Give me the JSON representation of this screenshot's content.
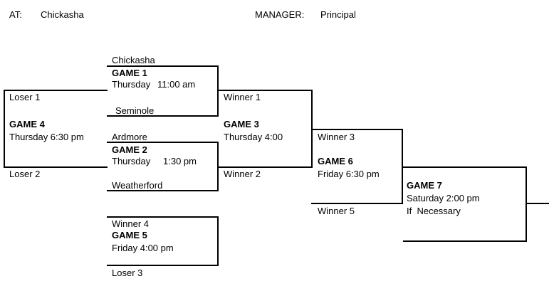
{
  "header": {
    "at_label": "AT:",
    "site": "Chickasha",
    "manager_label": "MANAGER:",
    "manager": "Principal"
  },
  "games": {
    "game1": {
      "top_team": "Chickasha",
      "title": "GAME 1",
      "day": "Thursday",
      "time": "11:00 am",
      "bottom_team": "Seminole"
    },
    "game2": {
      "top_team": "Ardmore",
      "title": "GAME 2",
      "day": "Thursday",
      "time": "1:30 pm",
      "bottom_team": "Weatherford"
    },
    "game3": {
      "top_slot": "Winner 1",
      "title": "GAME 3",
      "schedule": "Thursday 4:00",
      "bottom_slot": "Winner 2"
    },
    "game4": {
      "top_slot": "Loser 1",
      "title": "GAME 4",
      "schedule": "Thursday 6:30 pm",
      "bottom_slot": "Loser 2"
    },
    "game5": {
      "top_slot": "Winner 4",
      "title": "GAME 5",
      "schedule": "Friday 4:00 pm",
      "bottom_slot": "Loser 3"
    },
    "game6": {
      "top_slot": "Winner 3",
      "title": "GAME 6",
      "schedule": "Friday 6:30 pm",
      "bottom_slot": "Winner 5"
    },
    "game7": {
      "title": "GAME 7",
      "schedule": "Saturday 2:00 pm",
      "note": "If  Necessary"
    }
  }
}
